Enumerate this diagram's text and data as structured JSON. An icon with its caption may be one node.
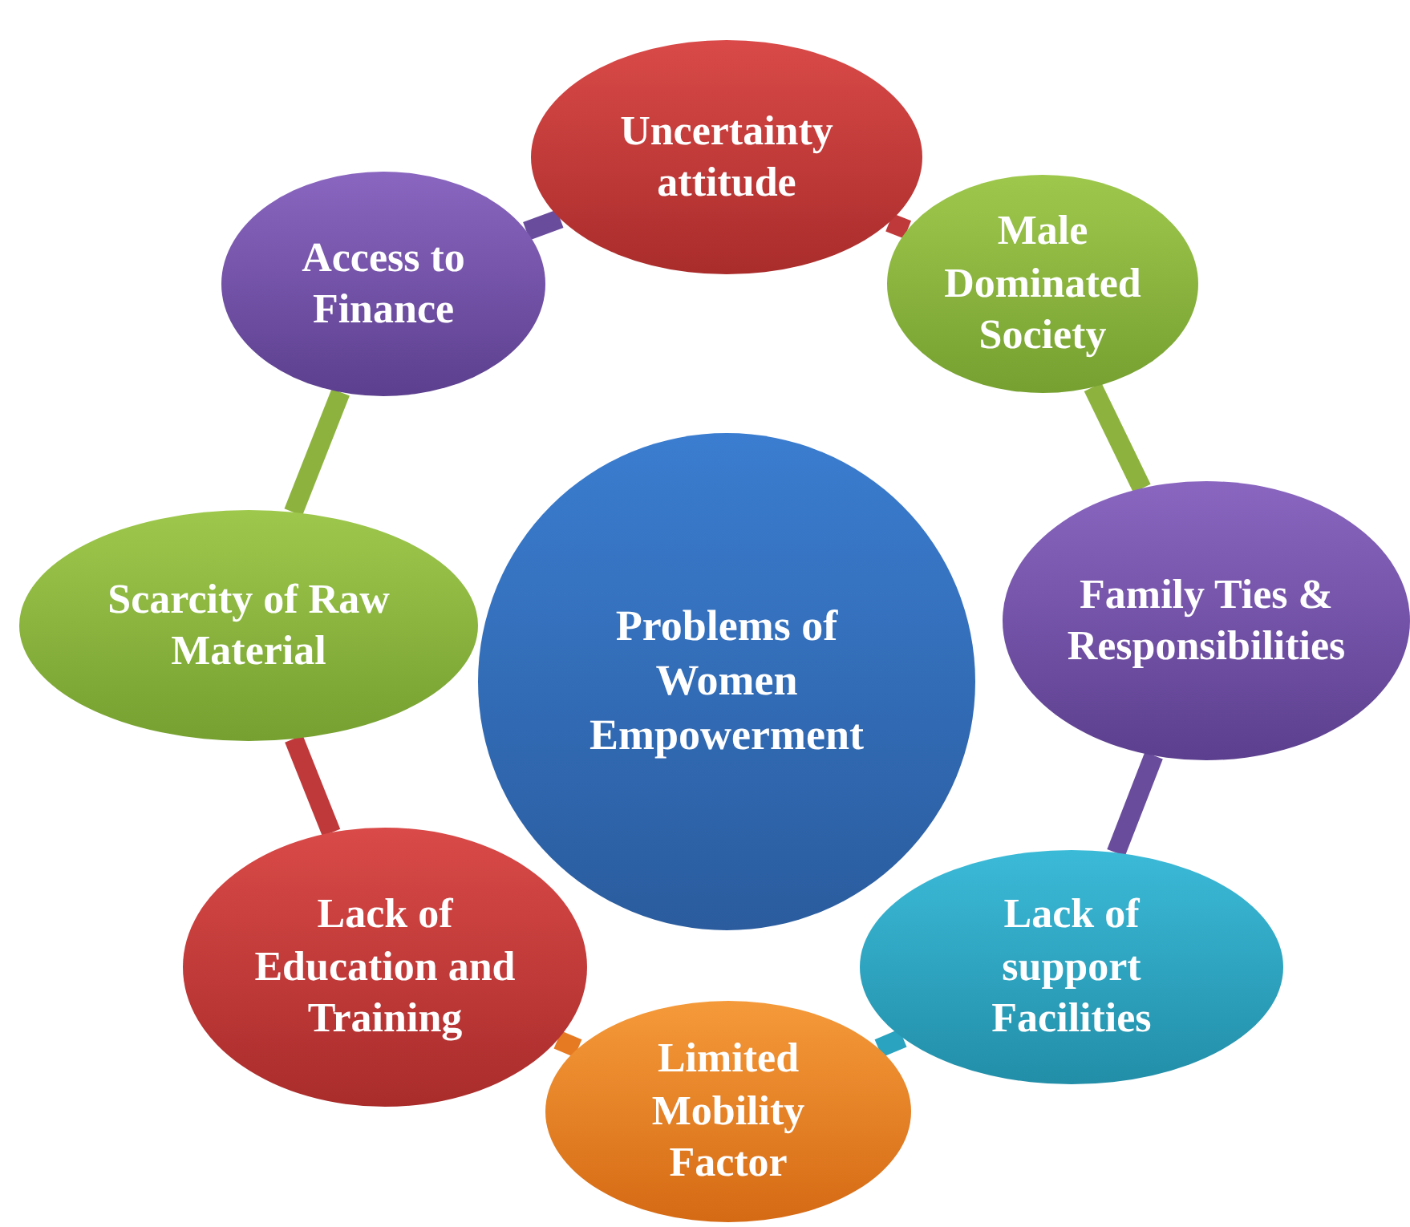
{
  "diagram": {
    "nodes": [
      {
        "text": [
          "Problems of Women Empowerment"
        ]
      },
      {
        "text": [
          "Uncertainty attitude"
        ]
      },
      {
        "text": [
          "Male Dominated Society"
        ]
      },
      {
        "text": [
          "Family Ties & Responsibilities"
        ]
      },
      {
        "text": [
          "Lack of support Facilities"
        ]
      },
      {
        "text": [
          "Limited Mobility Factor"
        ]
      },
      {
        "text": [
          "Lack of Education and Training"
        ]
      },
      {
        "text": [
          "Scarcity of Raw Material"
        ]
      },
      {
        "text": [
          "Access to Finance"
        ]
      }
    ],
    "edges": [
      {
        "from": 1,
        "to": 2,
        "arrow": "none",
        "color": "#c0393a"
      },
      {
        "from": 2,
        "to": 3,
        "arrow": "none",
        "color": "#8db33e"
      },
      {
        "from": 3,
        "to": 4,
        "arrow": "none",
        "color": "#6a4c9c"
      },
      {
        "from": 4,
        "to": 5,
        "arrow": "none",
        "color": "#2aa3c0"
      },
      {
        "from": 5,
        "to": 6,
        "arrow": "none",
        "color": "#e67a22"
      },
      {
        "from": 6,
        "to": 7,
        "arrow": "none",
        "color": "#c0393a"
      },
      {
        "from": 7,
        "to": 8,
        "arrow": "none",
        "color": "#8db33e"
      },
      {
        "from": 8,
        "to": 1,
        "arrow": "none",
        "color": "#6a4c9c"
      }
    ]
  }
}
